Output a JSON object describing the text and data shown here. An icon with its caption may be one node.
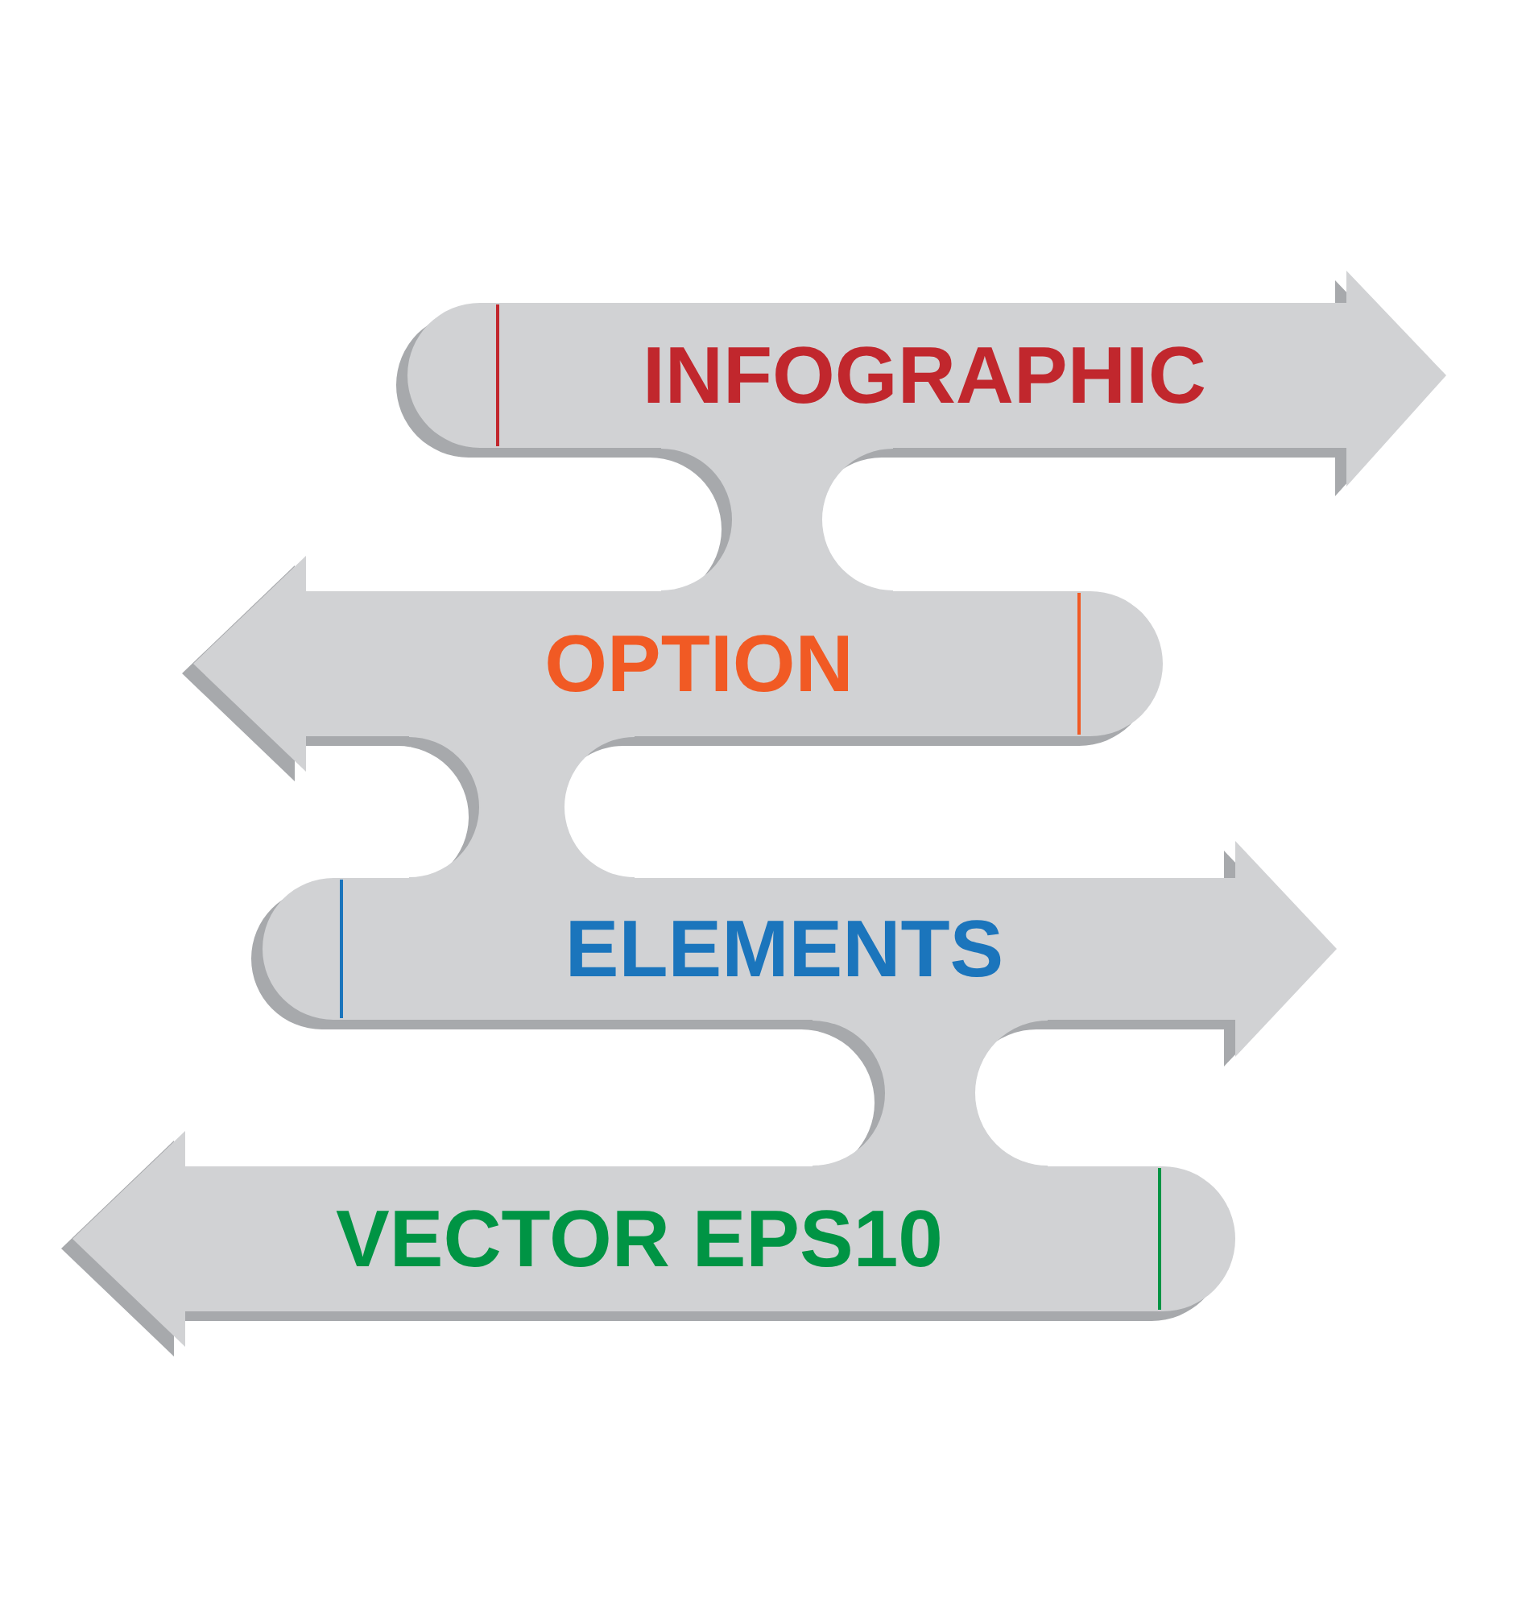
{
  "diagram": {
    "nodes": [
      {
        "text": [
          "INFOGRAPHIC"
        ]
      },
      {
        "text": [
          "OPTION"
        ]
      },
      {
        "text": [
          "ELEMENTS"
        ]
      },
      {
        "text": [
          "VECTOR EPS10"
        ]
      }
    ],
    "edges": [
      {
        "from": 0,
        "to": 1,
        "arrow": "none"
      },
      {
        "from": 1,
        "to": 2,
        "arrow": "none"
      },
      {
        "from": 2,
        "to": 3,
        "arrow": "none"
      }
    ]
  }
}
